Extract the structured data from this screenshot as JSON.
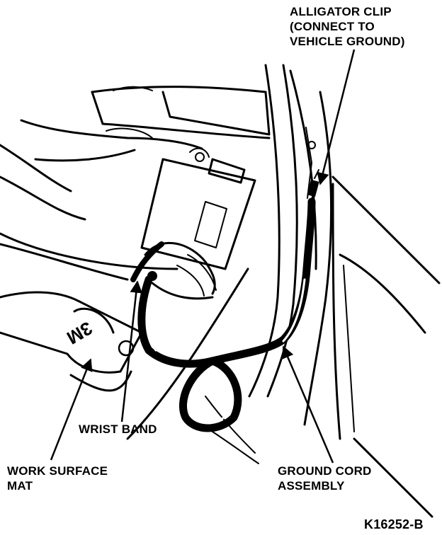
{
  "labels": {
    "alligator_clip": [
      "ALLIGATOR CLIP",
      "(CONNECT TO",
      "VEHICLE GROUND)"
    ],
    "wrist_band": "WRIST BAND",
    "work_surface_mat": [
      "WORK SURFACE",
      "MAT"
    ],
    "ground_cord_assembly": [
      "GROUND CORD",
      "ASSEMBLY"
    ],
    "figure_code": "K16252-B",
    "mat_logo": "3M"
  },
  "colors": {
    "ink": "#000000",
    "paper": "#ffffff"
  }
}
